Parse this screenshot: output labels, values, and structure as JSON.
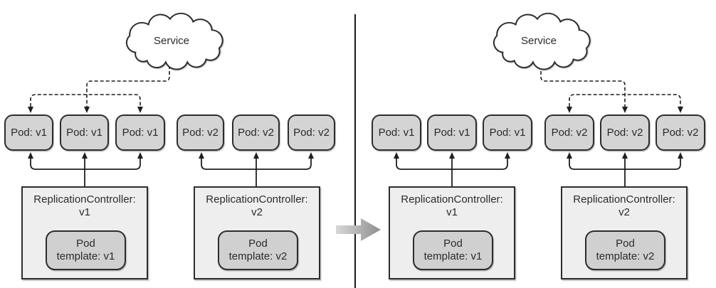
{
  "panels": [
    {
      "id": "before-update",
      "service_label": "Service",
      "groups": [
        {
          "pods": [
            "Pod: v1",
            "Pod: v1",
            "Pod: v1"
          ],
          "receives_service_traffic": true
        },
        {
          "pods": [
            "Pod: v2",
            "Pod: v2",
            "Pod: v2"
          ],
          "receives_service_traffic": false
        }
      ],
      "controllers": [
        {
          "title": "ReplicationController:",
          "version": "v1",
          "template_lines": [
            "Pod",
            "template: v1"
          ]
        },
        {
          "title": "ReplicationController:",
          "version": "v2",
          "template_lines": [
            "Pod",
            "template: v2"
          ]
        }
      ]
    },
    {
      "id": "after-update",
      "service_label": "Service",
      "groups": [
        {
          "pods": [
            "Pod: v1",
            "Pod: v1",
            "Pod: v1"
          ],
          "receives_service_traffic": false
        },
        {
          "pods": [
            "Pod: v2",
            "Pod: v2",
            "Pod: v2"
          ],
          "receives_service_traffic": true
        }
      ],
      "controllers": [
        {
          "title": "ReplicationController:",
          "version": "v1",
          "template_lines": [
            "Pod",
            "template: v1"
          ]
        },
        {
          "title": "ReplicationController:",
          "version": "v2",
          "template_lines": [
            "Pod",
            "template: v2"
          ]
        }
      ]
    }
  ],
  "icons": {
    "service_cloud": "cloud",
    "transition_arrow": "right-arrow",
    "service_links": "dashed-arrows-down",
    "controller_links": "solid-arrows-up"
  },
  "colors": {
    "background": "#ffffff",
    "pod_fill": "#d4d4d4",
    "controller_fill": "#eeeeee",
    "template_fill": "#d0d0d0",
    "outline": "#2d2d2d",
    "connector": "#1f1f1f",
    "arrow_gradient_start": "#d8d8d8",
    "arrow_gradient_end": "#8f8f8f"
  }
}
